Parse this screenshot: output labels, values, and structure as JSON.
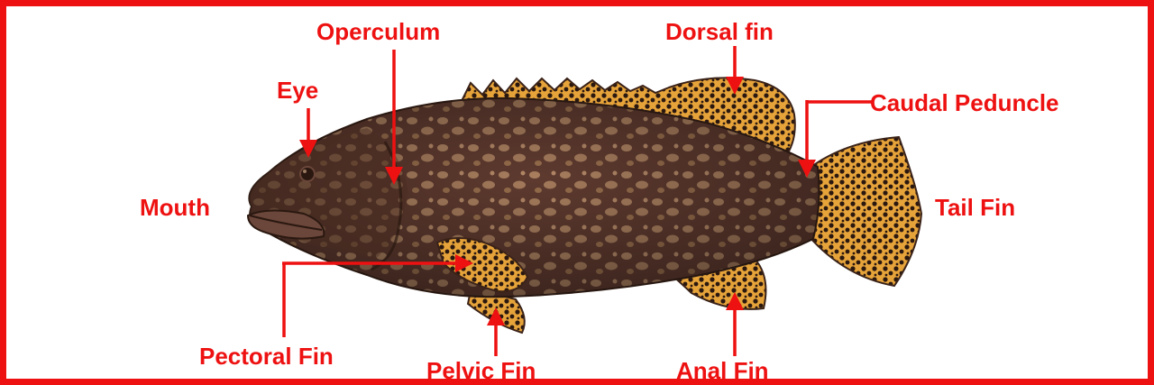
{
  "colors": {
    "border": "#ee1111",
    "label": "#ee1111",
    "arrow": "#ee1111",
    "fish_body": "#5e3a2f",
    "fish_spots": "#b58a66",
    "fin_spots": "#e6a33a",
    "background": "#ffffff"
  },
  "labels": {
    "operculum": "Operculum",
    "dorsal_fin": "Dorsal fin",
    "eye": "Eye",
    "caudal_peduncle": "Caudal Peduncle",
    "mouth": "Mouth",
    "tail_fin": "Tail Fin",
    "pectoral_fin": "Pectoral Fin",
    "pelvic_fin": "Pelvic Fin",
    "anal_fin": "Anal Fin"
  }
}
